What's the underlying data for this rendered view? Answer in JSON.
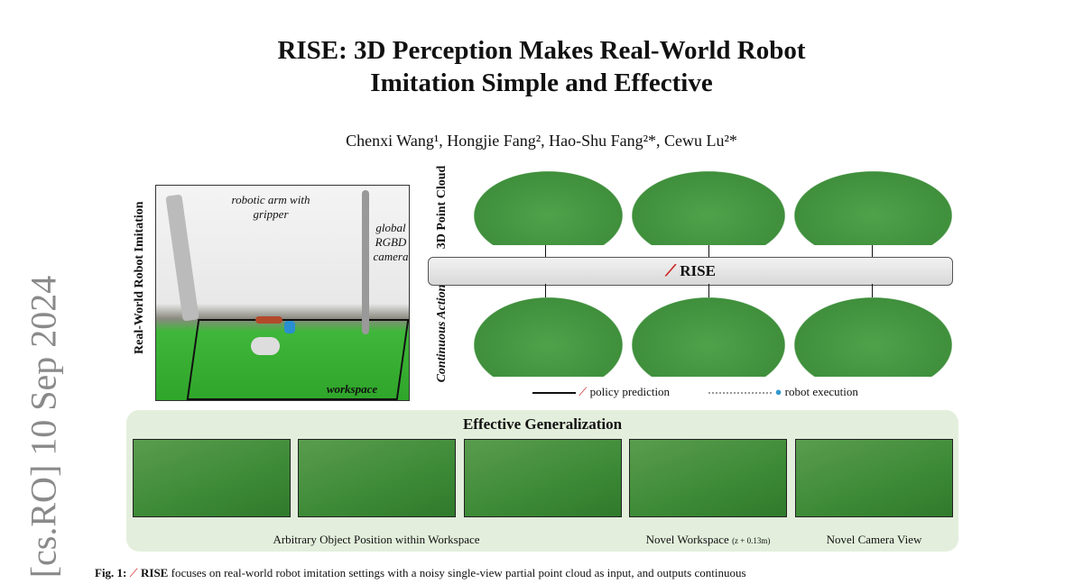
{
  "title": {
    "line1": "RISE: 3D Perception Makes Real-World Robot",
    "line2": "Imitation Simple and Effective"
  },
  "authors": "Chenxi Wang¹, Hongjie Fang², Hao-Shu Fang²*, Cewu Lu²*",
  "arxiv_stamp": "[cs.RO]  10 Sep 2024",
  "figure": {
    "left_label": "Real-World Robot Imitation",
    "annotations": {
      "arm": "robotic arm with gripper",
      "camera": "global RGBD camera",
      "workspace": "workspace"
    },
    "row_labels": {
      "top": "3D Point Cloud",
      "bottom": "Continuous Action"
    },
    "rise_label": "RISE",
    "legend": {
      "policy": "policy prediction",
      "robot": "robot execution"
    },
    "generalization": {
      "title": "Effective Generalization",
      "captions": [
        "Arbitrary Object Position within Workspace",
        "Novel Workspace",
        "(z + 0.13m)",
        "Novel Camera View"
      ]
    }
  },
  "caption": {
    "label": "Fig. 1:",
    "name": "RISE",
    "text": " focuses on real-world robot imitation settings with a noisy single-view partial point cloud as input, and outputs continuous"
  },
  "colors": {
    "green": "#3f8f3c",
    "panel_bg": "#e3efdc",
    "trajectory": "#cc1a1a"
  }
}
